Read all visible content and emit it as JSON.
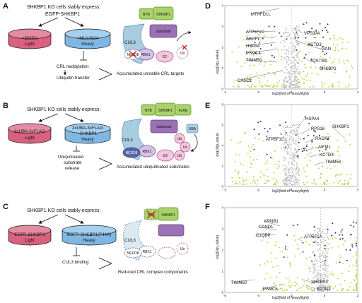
{
  "figure": {
    "panels": {
      "a": {
        "letter": "A",
        "header_line1": "SHKBP1 KO cells stably express:",
        "header_line2": "EGFP-SHKBP1",
        "dish_left": [
          "+DMSO",
          "Light"
        ],
        "dish_right": [
          "+MLN4924",
          "Heavy"
        ],
        "flow": [
          "CRL neddylation",
          "Ubiquitin transfer"
        ],
        "complex": [
          "BTB",
          "SHKBP1",
          "CUL3",
          "Substrate",
          "RBX1",
          "E2",
          "Ub",
          "NEDD8"
        ],
        "caption": "Accumulated unstable CRL targets"
      },
      "b": {
        "letter": "B",
        "header_line1": "SHKBP1 KO cells stably express:",
        "dish_left": [
          "2xUBA-3xFLAG",
          "Light"
        ],
        "dish_right": [
          "2xUBA-3xFLAG",
          "-SHKBP1",
          "Heavy"
        ],
        "flow": [
          "Ubiquitinated",
          "substrate",
          "release"
        ],
        "complex": [
          "BTB",
          "SHKBP1",
          "FLAG",
          "CUL3",
          "Substrate",
          "UBA",
          "RBX1",
          "E2",
          "Ub",
          "Ub",
          "Ub",
          "NEDD8"
        ],
        "caption": "Accumulated ubiquitinated substrates"
      },
      "c": {
        "letter": "C",
        "header_line1": "SHKBP1 KO cells stably express:",
        "dish_left": [
          "EGFP-SHKBP1",
          "Light"
        ],
        "dish_right": [
          "EGFP-SHKBP1(F44A)",
          "Heavy"
        ],
        "flow": [
          "CUL3 binding"
        ],
        "complex": [
          "BTB",
          "SHKBP1",
          "CUL3",
          "RBX1",
          "Ub",
          "NEDD8"
        ],
        "caption": "Reduced CRL complex components"
      },
      "d": {
        "letter": "D",
        "ylabel": "-log10(p_value)",
        "xlabel": "log2(fold of heavy/light)",
        "xticks": [
          "-4",
          "-2",
          "0",
          "2",
          "4"
        ],
        "yticks": [
          "0",
          "1",
          "2",
          "3",
          "4"
        ],
        "labels": [
          "MTHFD1L",
          "ATP5F1C",
          "ABCF1",
          "HSPA4",
          "PSMC4",
          "TIMM50",
          "CAND1",
          "VPS37A",
          "KCTD3",
          "GAN",
          "SQSTM1",
          "SHKBP1"
        ]
      },
      "e": {
        "letter": "E",
        "ylabel": "-log10(p_value)",
        "xlabel": "log2(fold of heavy/light)",
        "xticks": [
          "-4",
          "-2",
          "0",
          "2",
          "4"
        ],
        "yticks": [
          "0",
          "2",
          "4",
          "6",
          "8"
        ],
        "labels": [
          "HSPA4",
          "RPS16",
          "SHKBP1",
          "ATP5F1C",
          "RACK1",
          "AIFM1",
          "KCTD3",
          "TIMM50"
        ]
      },
      "f": {
        "letter": "F",
        "ylabel": "-log10(p_value)",
        "xlabel": "log2(fold of heavy/light)",
        "xticks": [
          "-6",
          "-4",
          "-2",
          "0",
          "2"
        ],
        "yticks": [
          "0",
          "1",
          "2",
          "3",
          "4"
        ],
        "labels": [
          "KPNB1",
          "CAND1",
          "C1QBP",
          "ATP5F1A",
          "TIMM50",
          "PSMC5",
          "SHKBP1",
          "KCTD3"
        ]
      }
    },
    "colors": {
      "dish_light": "#d9607f",
      "dish_heavy": "#7fb7e2",
      "cul3": "#a9cde0",
      "shkbp1": "#a9d36a",
      "substrate": "#9a72b5",
      "rbx1": "#d5c2e4",
      "ub": "#f4c7df",
      "nedd8": "#5b66a8",
      "point_grey": "#bdbdbd",
      "point_green": "#b8d94b",
      "point_navy": "#2e2f7a"
    }
  }
}
